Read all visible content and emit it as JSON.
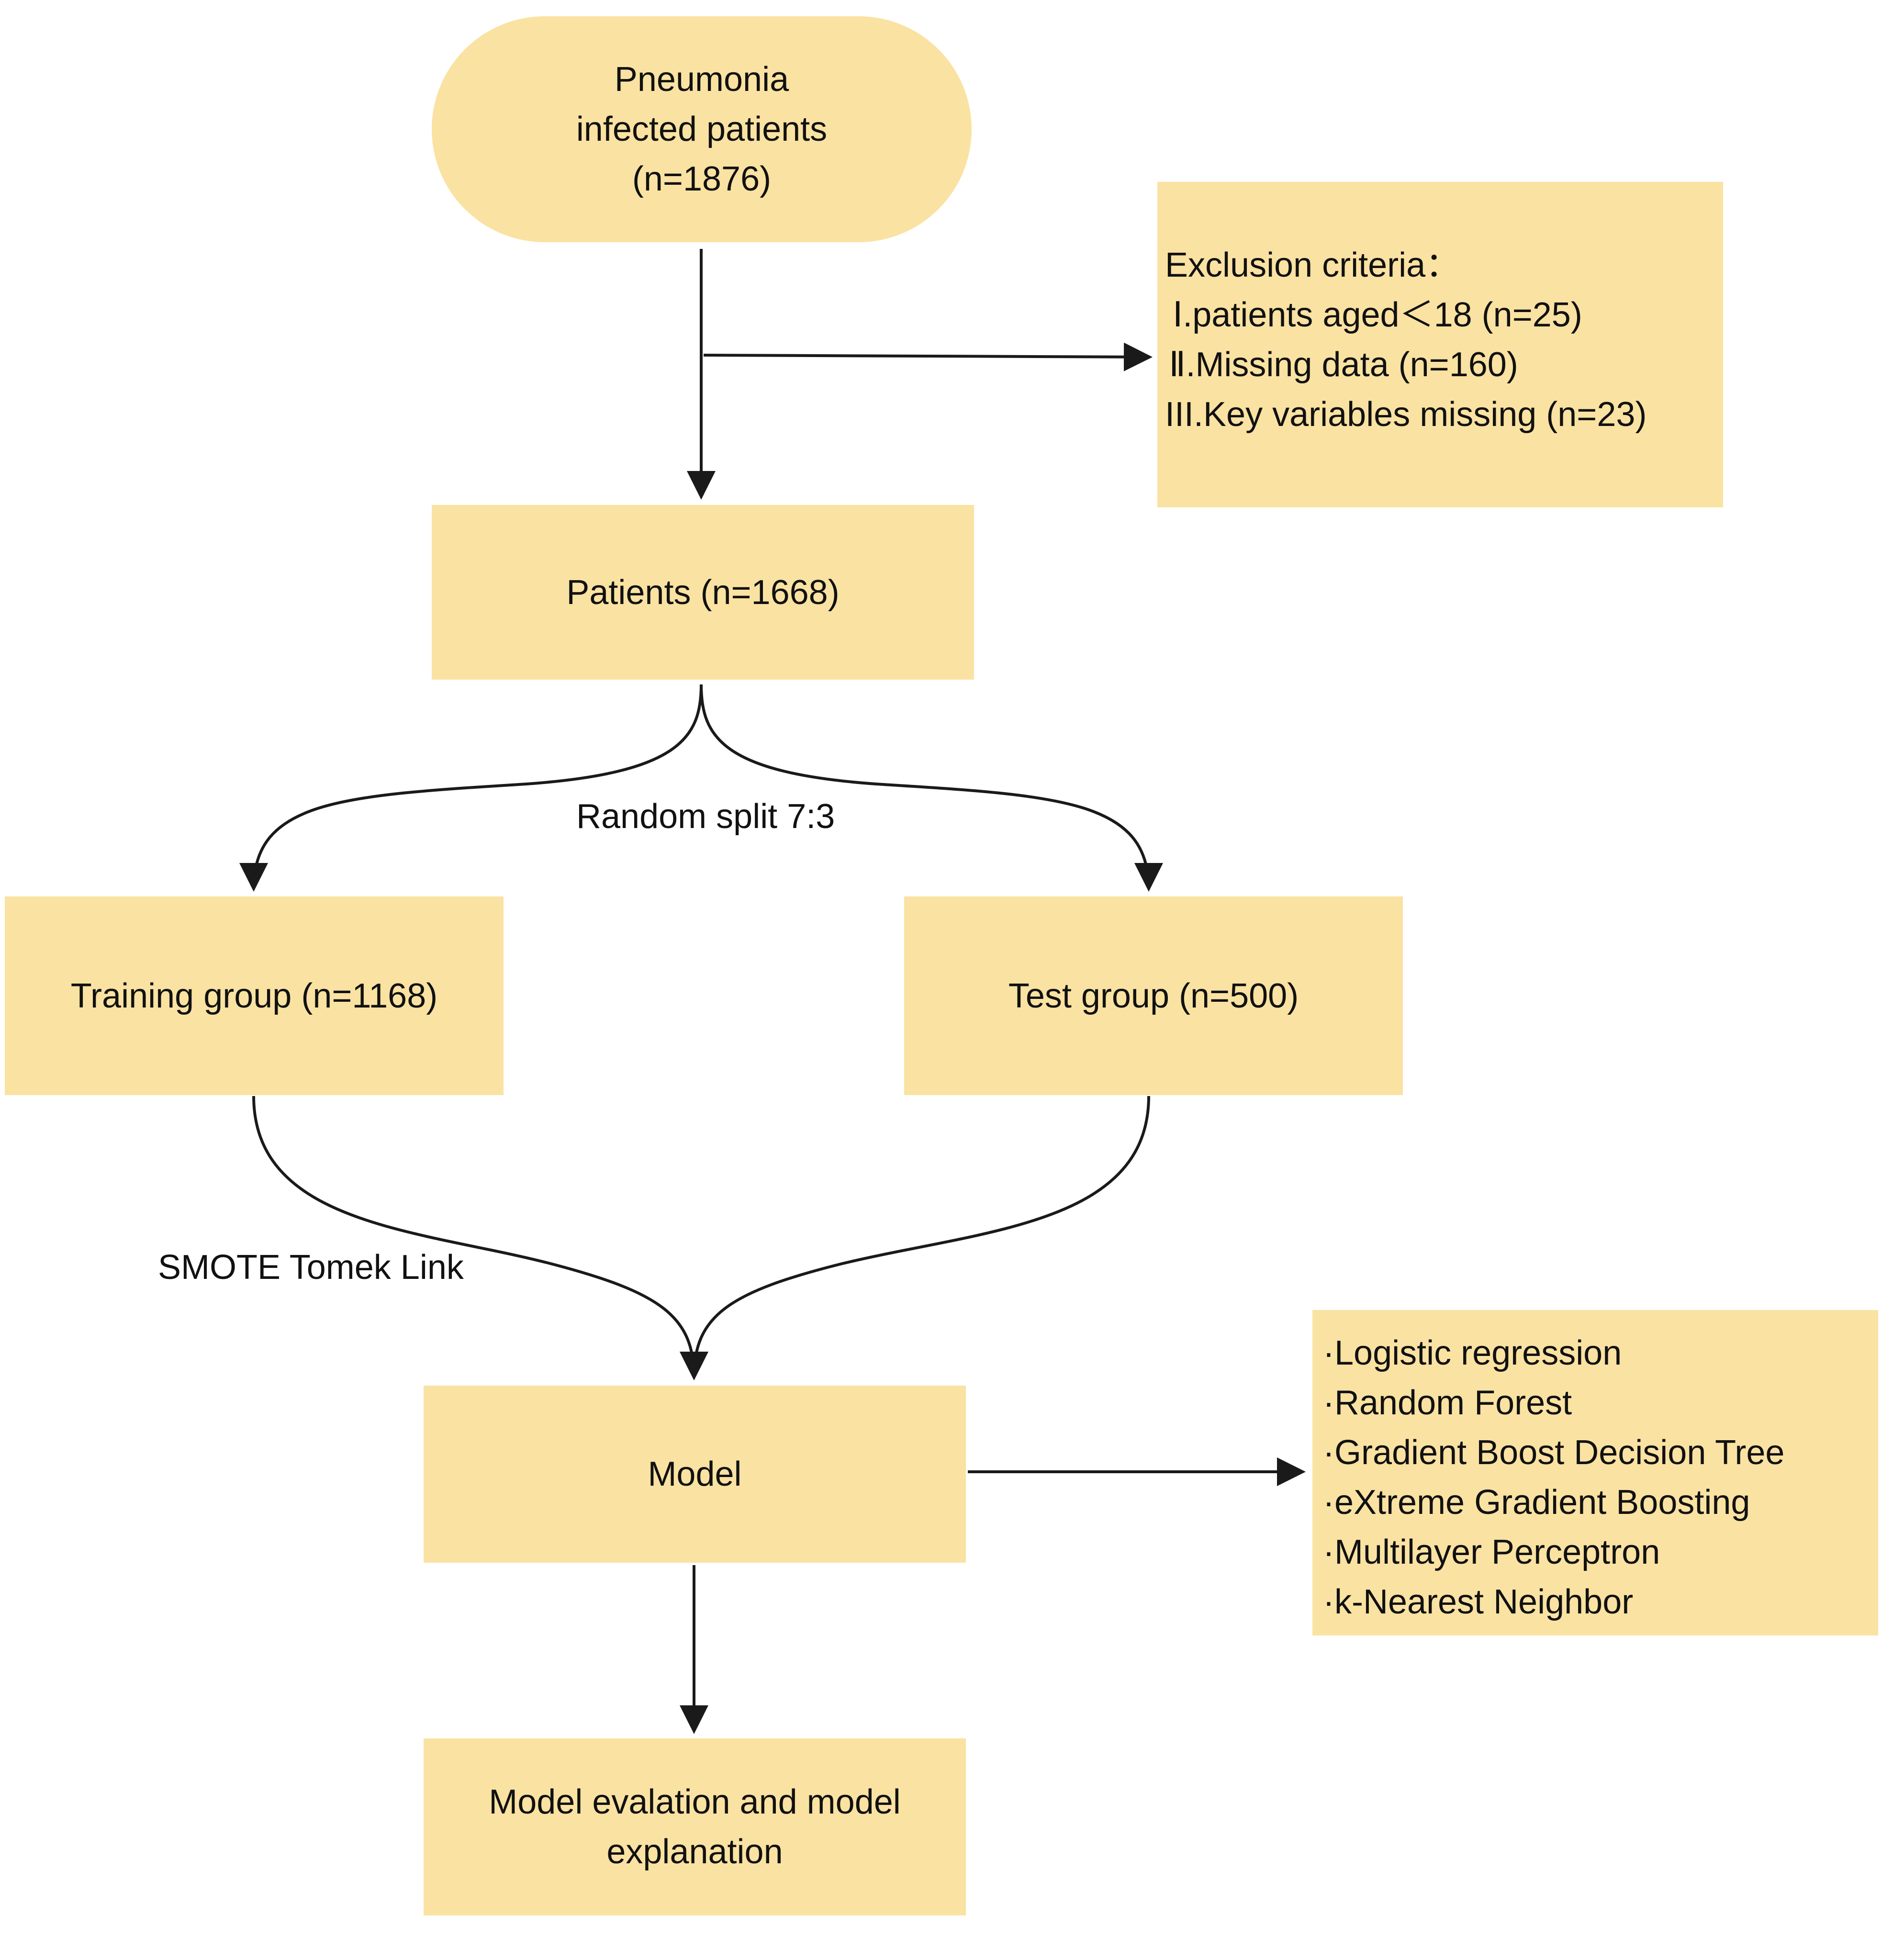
{
  "nodes": {
    "start": {
      "lines": [
        "Pneumonia",
        "infected patients",
        "(n=1876)"
      ]
    },
    "exclusion": {
      "title": "Exclusion criteria：",
      "items": [
        "Ⅰ.patients aged＜18 (n=25)",
        "Ⅱ.Missing data (n=160)",
        "III.Key variables missing (n=23)"
      ]
    },
    "patients": {
      "label": "Patients (n=1668)"
    },
    "training": {
      "label": "Training group (n=1168)"
    },
    "test": {
      "label": "Test group (n=500)"
    },
    "model": {
      "label": "Model"
    },
    "models_list": {
      "items": [
        "·Logistic regression",
        "·Random Forest",
        "·Gradient Boost Decision Tree",
        "·eXtreme Gradient Boosting",
        "·Multilayer Perceptron",
        "·k-Nearest Neighbor"
      ]
    },
    "evaluation": {
      "lines": [
        "Model evalation and model",
        "explanation"
      ]
    }
  },
  "edge_labels": {
    "split": "Random split 7:3",
    "smote": "SMOTE Tomek Link"
  },
  "colors": {
    "box_fill": "#fae2a2",
    "line": "#1a1a1a"
  }
}
